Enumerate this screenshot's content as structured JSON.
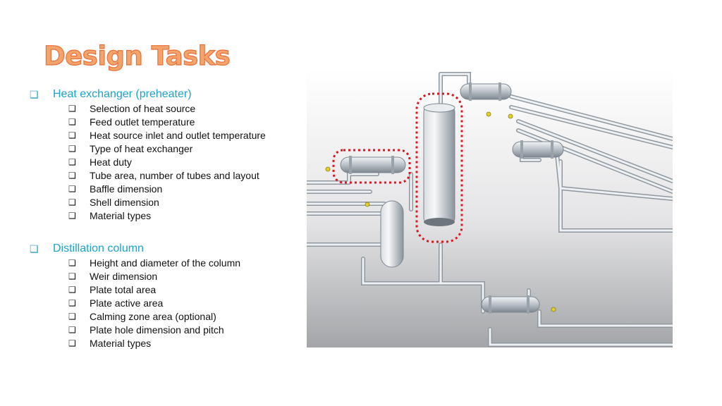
{
  "title": "Design Tasks",
  "bullet_glyph": "❑",
  "sections": [
    {
      "label": "Heat exchanger (preheater)",
      "items": [
        "Selection of heat source",
        "Feed outlet temperature",
        "Heat source inlet and outlet temperature",
        "Type of heat exchanger",
        "Heat duty",
        "Tube area, number of tubes and layout",
        "Baffle dimension",
        "Shell dimension",
        "Material types"
      ]
    },
    {
      "label": "Distillation column",
      "items": [
        "Height and diameter of the column",
        "Weir dimension",
        "Plate total area",
        "Plate active area",
        "Calming zone area (optional)",
        "Plate hole dimension and pitch",
        "Material types"
      ]
    }
  ],
  "colors": {
    "title": "#f4a36a",
    "section": "#1aa3cf",
    "highlight": "#e0141e"
  },
  "figure": {
    "icon": "distillation-process-diagram"
  }
}
